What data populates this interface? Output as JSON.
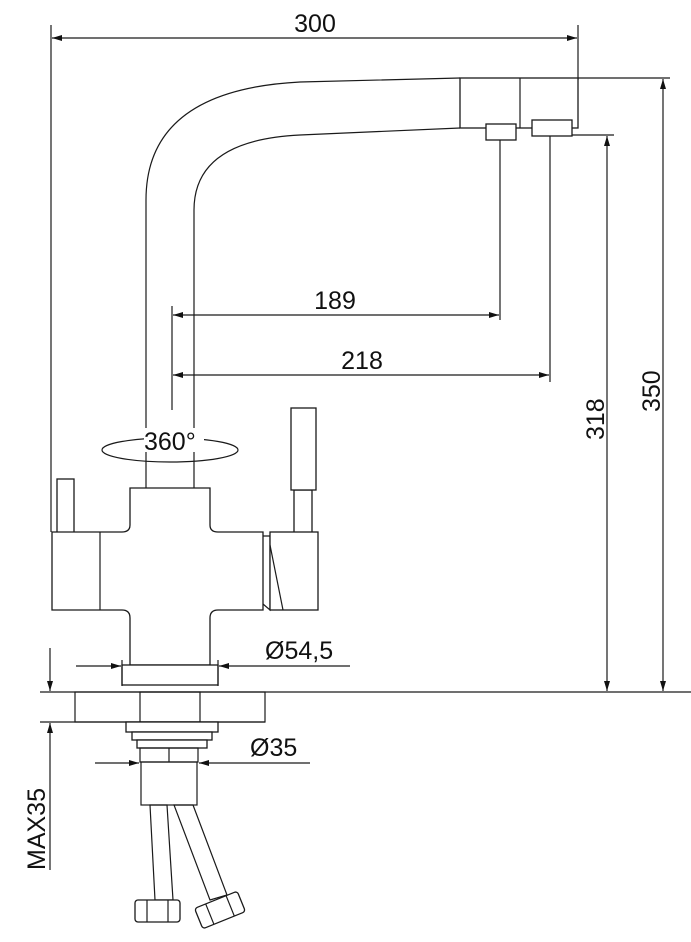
{
  "drawing": {
    "title": "Kitchen faucet dimension drawing",
    "dimensions": {
      "total_reach": "300",
      "outlet_1_reach": "189",
      "outlet_2_reach": "218",
      "outlet_height": "318",
      "total_height": "350",
      "rotation": "360°",
      "base_diameter": "Ø54,5",
      "mount_diameter": "Ø35",
      "max_countertop": "MAX35"
    }
  }
}
